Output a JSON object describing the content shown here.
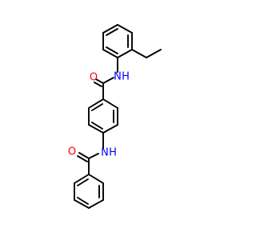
{
  "molecule": {
    "atoms": [
      {
        "id": "o_top",
        "symbol": "O",
        "color": "#ff0000"
      },
      {
        "id": "n_top",
        "symbol": "N",
        "color": "#0000ff"
      },
      {
        "id": "h_top",
        "symbol": "H",
        "color": "#0000ff"
      },
      {
        "id": "n_mid",
        "symbol": "N",
        "color": "#0000ff"
      },
      {
        "id": "h_mid",
        "symbol": "H",
        "color": "#0000ff"
      },
      {
        "id": "o_low",
        "symbol": "O",
        "color": "#ff0000"
      }
    ],
    "bond_color": "#000000",
    "background": "#ffffff"
  }
}
